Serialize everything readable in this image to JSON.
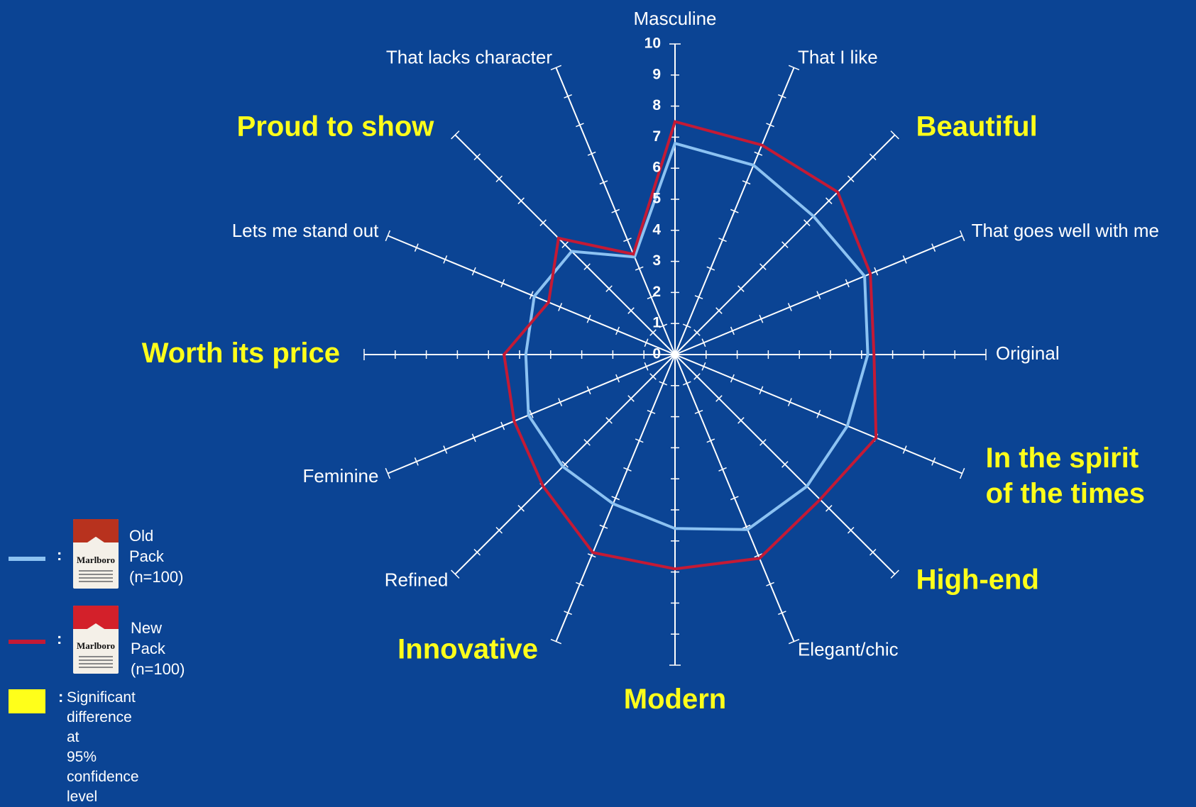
{
  "chart_data": {
    "type": "radar",
    "axes": [
      {
        "label": "Masculine",
        "significant": false
      },
      {
        "label": "That I like",
        "significant": false
      },
      {
        "label": "Beautiful",
        "significant": true
      },
      {
        "label": "That goes well with me",
        "significant": false
      },
      {
        "label": "Original",
        "significant": false
      },
      {
        "label": "In the spirit\nof the times",
        "significant": true
      },
      {
        "label": "High-end",
        "significant": true
      },
      {
        "label": "Elegant/chic",
        "significant": false
      },
      {
        "label": "Modern",
        "significant": true
      },
      {
        "label": "Innovative",
        "significant": true
      },
      {
        "label": "Refined",
        "significant": false
      },
      {
        "label": "Feminine",
        "significant": false
      },
      {
        "label": "Worth its price",
        "significant": true
      },
      {
        "label": "Lets me stand out",
        "significant": false
      },
      {
        "label": "Proud to show",
        "significant": true
      },
      {
        "label": "That lacks character",
        "significant": false
      }
    ],
    "scale": {
      "min": 0,
      "max": 10,
      "ticks": [
        "0",
        "1",
        "2",
        "3",
        "4",
        "5",
        "6",
        "7",
        "8",
        "9",
        "10"
      ]
    },
    "series": [
      {
        "name": "Old Pack\n(n=100)",
        "color": "#8cc2f2",
        "values": [
          6.8,
          6.6,
          6.3,
          6.6,
          6.2,
          6.0,
          6.0,
          6.1,
          5.6,
          5.2,
          5.1,
          5.1,
          4.8,
          4.9,
          4.7,
          3.4
        ]
      },
      {
        "name": "New Pack\n(n=100)",
        "color": "#c41a35",
        "values": [
          7.5,
          7.3,
          7.4,
          6.8,
          6.4,
          7.0,
          6.6,
          7.1,
          6.9,
          6.9,
          6.0,
          5.6,
          5.5,
          4.4,
          5.3,
          3.5
        ]
      }
    ],
    "grid": false,
    "legend_position": "bottom-left"
  },
  "legend": {
    "old_pack": {
      "label": "Old Pack\n(n=100)",
      "colon": ":",
      "brand": "Marlboro",
      "pack_color": "#b8321e"
    },
    "new_pack": {
      "label": "New Pack\n(n=100)",
      "colon": ":",
      "brand": "Marlboro",
      "pack_color": "#d3202a"
    },
    "significance": {
      "label": "Significant difference at\n95% confidence level",
      "colon": ":",
      "color": "#ffff1a"
    }
  }
}
